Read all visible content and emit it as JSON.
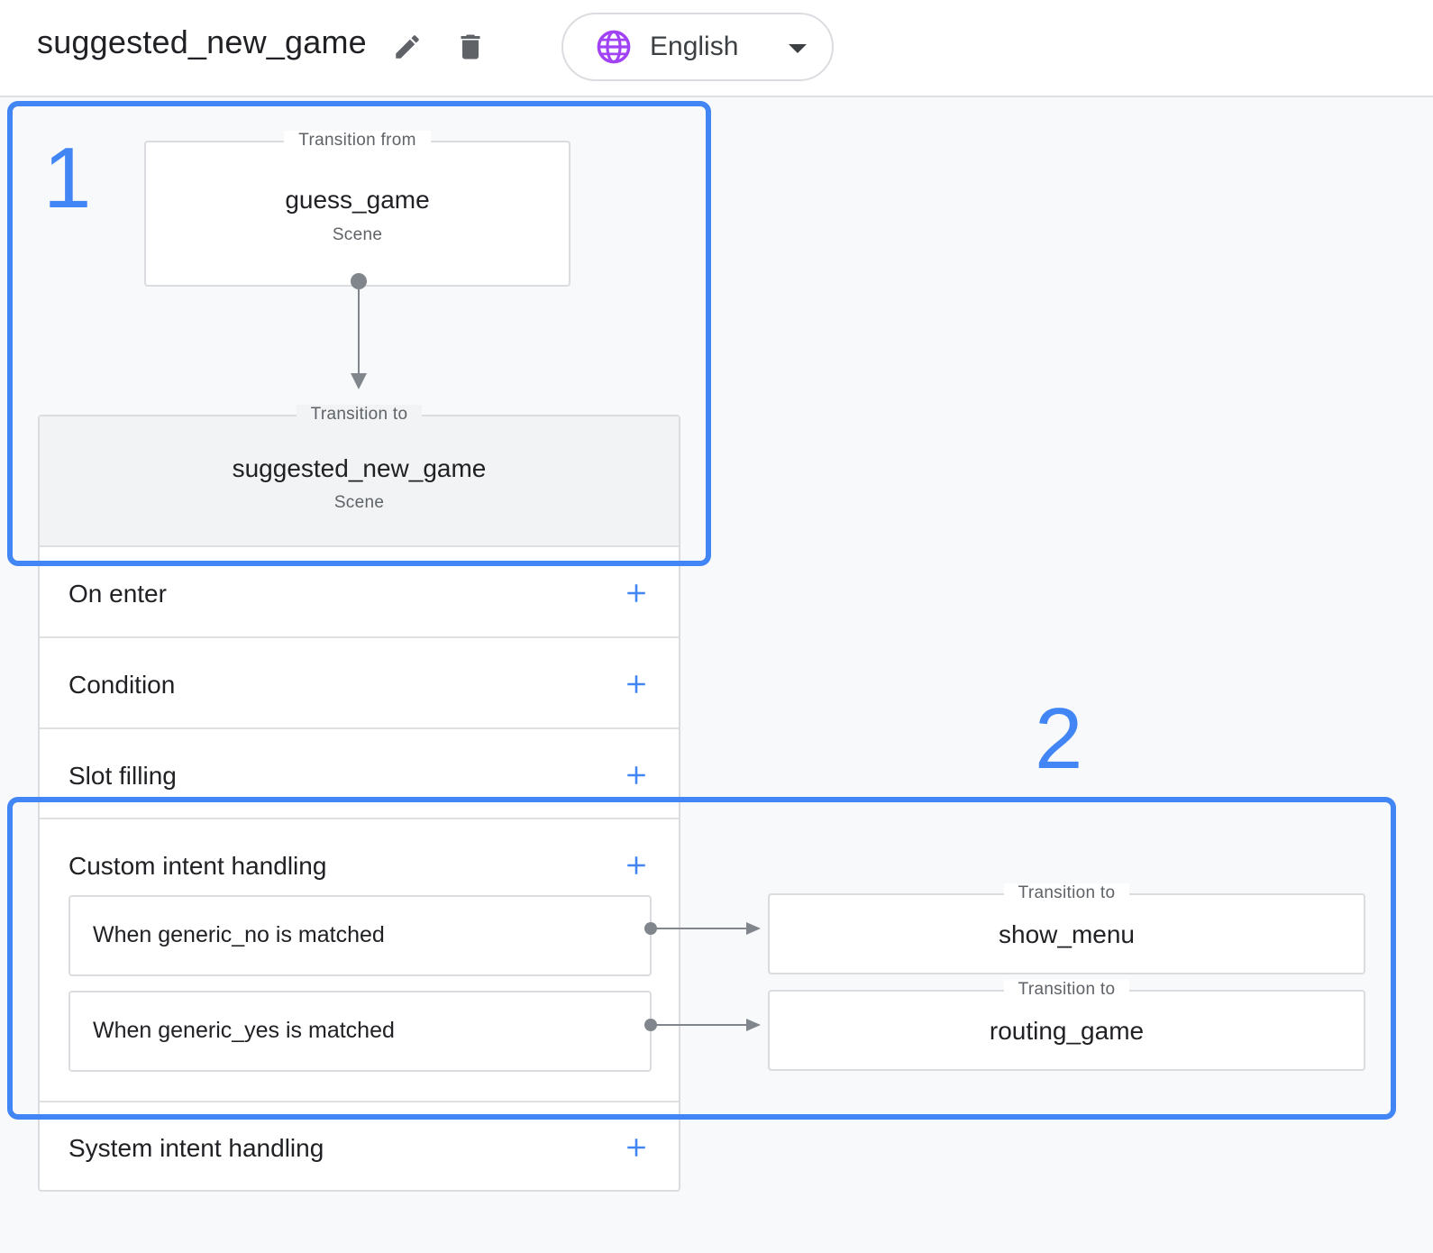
{
  "header": {
    "scene_title": "suggested_new_game",
    "language": "English"
  },
  "transition_from": {
    "legend": "Transition from",
    "name": "guess_game",
    "type": "Scene"
  },
  "transition_to": {
    "legend": "Transition to",
    "name": "suggested_new_game",
    "type": "Scene"
  },
  "sections": {
    "on_enter": "On enter",
    "condition": "Condition",
    "slot_filling": "Slot filling",
    "custom_intent": "Custom intent handling",
    "system_intent": "System intent handling"
  },
  "intents": [
    {
      "label": "When generic_no is matched",
      "target_legend": "Transition to",
      "target": "show_menu"
    },
    {
      "label": "When generic_yes is matched",
      "target_legend": "Transition to",
      "target": "routing_game"
    }
  ],
  "callouts": {
    "one": "1",
    "two": "2"
  },
  "colors": {
    "accent": "#4285f4",
    "globe": "#a142f4",
    "connector": "#80868b"
  },
  "icons": [
    "edit-icon",
    "delete-icon",
    "globe-icon",
    "chevron-down-icon",
    "plus-icon"
  ]
}
